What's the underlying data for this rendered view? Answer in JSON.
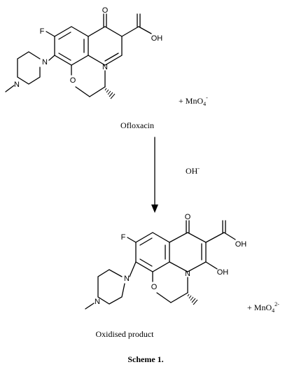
{
  "reactant": {
    "name": "Ofloxacin",
    "atoms": {
      "F": "F",
      "O_keto": "O",
      "O_ring": "O",
      "OH": "OH",
      "N_ring": "N",
      "N_pip_top": "N",
      "N_pip_bottom": "N"
    }
  },
  "reagent": {
    "plus": "+ MnO",
    "sub": "4",
    "sup": "-"
  },
  "condition": {
    "base": "OH",
    "sup": "-"
  },
  "product": {
    "name": "Oxidised product",
    "atoms": {
      "F": "F",
      "O_keto": "O",
      "O_ring": "O",
      "OH_acid": "OH",
      "OH_enol": "OH",
      "N_ring": "N",
      "N_pip_top": "N",
      "N_pip_bottom": "N"
    }
  },
  "byproduct": {
    "plus": "+ MnO",
    "sub": "4",
    "sup": "2-"
  },
  "caption": "Scheme 1."
}
